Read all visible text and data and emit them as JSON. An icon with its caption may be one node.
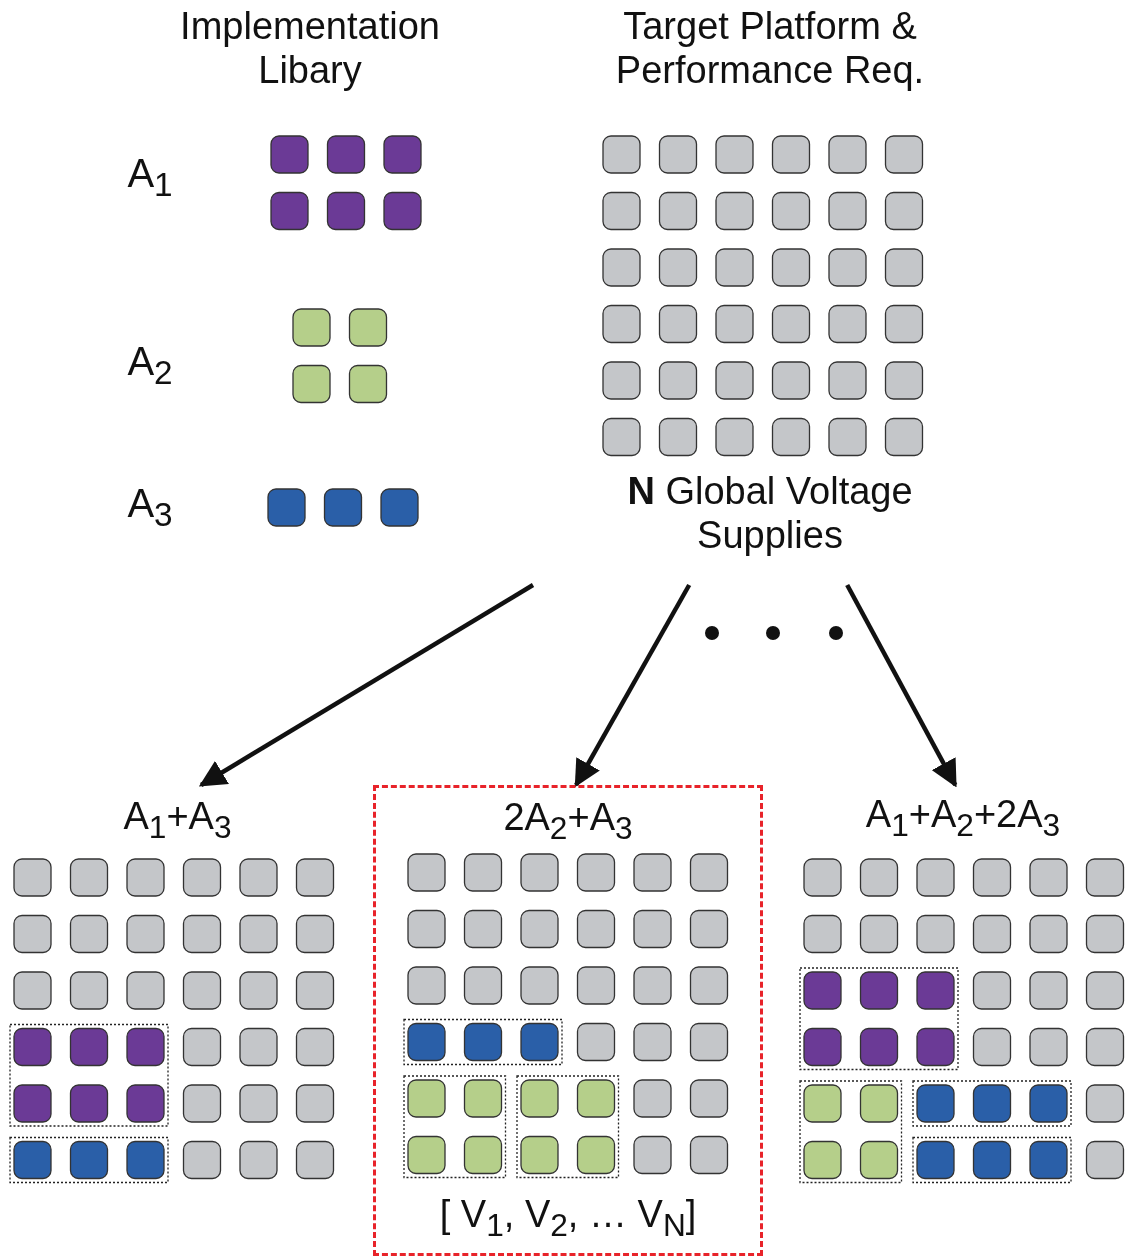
{
  "diagram": {
    "nodes": [
      {
        "text": [
          "Target Platform & Performance Req.",
          "**N** Global Voltage Supplies"
        ]
      },
      {
        "text": [
          "A$_{1}$+A$_{3}$"
        ]
      },
      {
        "text": [
          "2A$_{2}$+A$_{3}$",
          "[ V$_{1}$, V$_{2}$, … V$_{N}$]"
        ]
      },
      {
        "text": [
          "A$_{1}$+A$_{2}$+2A$_{3}$"
        ]
      }
    ],
    "edges": [
      {
        "from": 0,
        "to": 1,
        "arrow": "to"
      },
      {
        "from": 0,
        "to": 2,
        "arrow": "to"
      },
      {
        "from": 0,
        "to": 3,
        "arrow": "to"
      }
    ],
    "labels": [
      "Implementation Libary",
      "A$_{1}$",
      "A$_{2}$",
      "A$_{3}$"
    ]
  }
}
